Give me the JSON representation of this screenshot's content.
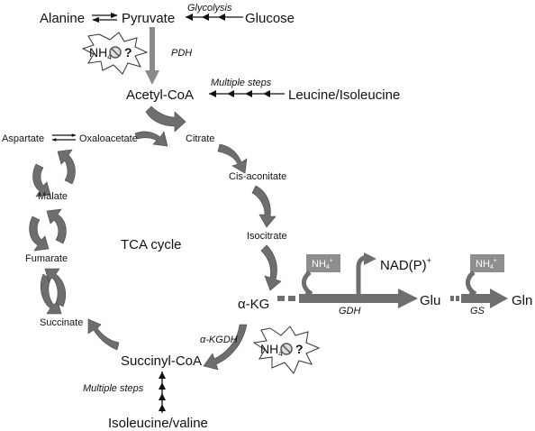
{
  "labels": {
    "alanine": "Alanine",
    "pyruvate": "Pyruvate",
    "glycolysis": "Glycolysis",
    "glucose": "Glucose",
    "pdh": "PDH",
    "multiple_steps_top": "Multiple steps",
    "acetyl_coa": "Acetyl-CoA",
    "leucine_isoleucine": "Leucine/Isoleucine",
    "aspartate": "Aspartate",
    "oxaloacetate": "Oxaloacetate",
    "citrate": "Citrate",
    "cis_aconitate": "Cis-aconitate",
    "malate": "Malate",
    "tca_cycle": "TCA cycle",
    "isocitrate": "Isocitrate",
    "fumarate": "Fumarate",
    "alpha_kg": "α-KG",
    "succinate": "Succinate",
    "alpha_kgdh": "α-KGDH",
    "succinyl_coa": "Succinyl-CoA",
    "multiple_steps_bottom": "Multiple steps",
    "isoleucine_valine": "Isoleucine/valine",
    "nh4_box_1": "NH",
    "nh4_box_2": "NH",
    "nadp": "NAD(P)",
    "glu": "Glu",
    "gln": "Gln",
    "gdh": "GDH",
    "gs": "GS",
    "nh4_star": "NH",
    "question": "?"
  },
  "superscripts": {
    "nh4": "4",
    "charge": "+"
  },
  "colors": {
    "arrow_fill": "#6e6e6e",
    "arrow_light": "#8a8a8a",
    "box_fill": "#8e8e8e",
    "text": "#111111"
  }
}
